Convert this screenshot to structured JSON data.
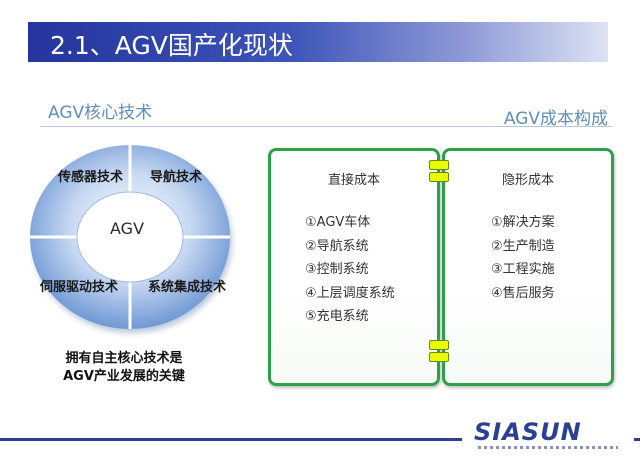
{
  "slide": {
    "title": "2.1、AGV国产化现状",
    "section_left": "AGV核心技术",
    "section_right": "AGV成本构成"
  },
  "ring": {
    "center": "AGV",
    "segments": [
      "传感器技术",
      "导航技术",
      "伺服驱动技术",
      "系统集成技术"
    ],
    "caption_line1": "拥有自主核心技术是",
    "caption_line2": "AGV产业发展的关键"
  },
  "direct_cost": {
    "title": "直接成本",
    "items": [
      "①AGV车体",
      "②导航系统",
      "③控制系统",
      "④上层调度系统",
      "⑤充电系统"
    ]
  },
  "hidden_cost": {
    "title": "隐形成本",
    "items": [
      "①解决方案",
      "②生产制造",
      "③工程实施",
      "④售后服务"
    ]
  },
  "logo": {
    "text": "SIASUN"
  },
  "colors": {
    "title_bar": "#24359e",
    "panel_border": "#2fa04a",
    "accent_text": "#5e8fb8"
  }
}
